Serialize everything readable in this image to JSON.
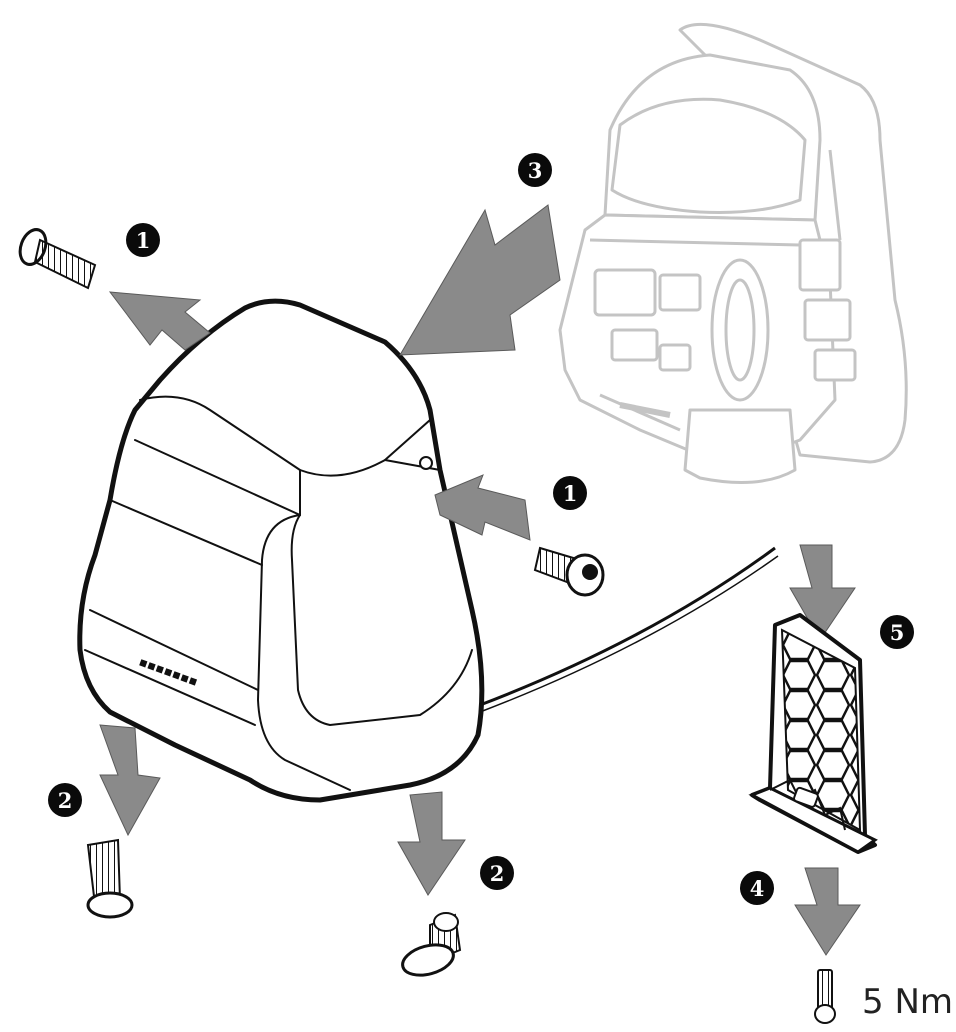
{
  "steps": [
    {
      "id": "1a",
      "label": "1"
    },
    {
      "id": "1b",
      "label": "1"
    },
    {
      "id": "2a",
      "label": "2"
    },
    {
      "id": "2b",
      "label": "2"
    },
    {
      "id": "3",
      "label": "3"
    },
    {
      "id": "4",
      "label": "4"
    },
    {
      "id": "5",
      "label": "5"
    }
  ],
  "torque_label": "5 Nm",
  "colors": {
    "arrow": "#8a8a8a",
    "line": "#111111",
    "ghost": "#c4c4c4",
    "badge": "#0a0a0a"
  },
  "icons": {
    "screw": "screw-icon",
    "arrow": "arrow-icon",
    "cover": "motor-cover",
    "motor": "motor-unit",
    "plate": "fixing-plate"
  }
}
